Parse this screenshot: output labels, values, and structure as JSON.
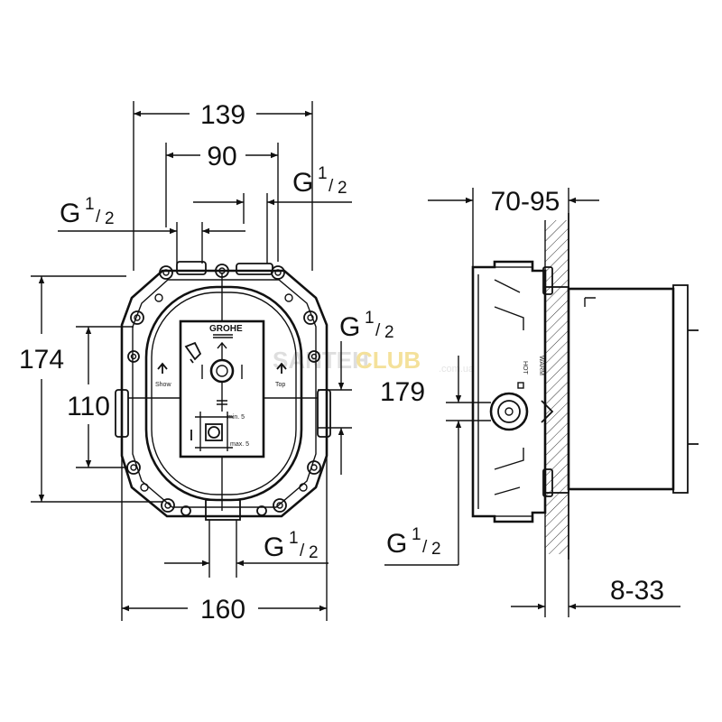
{
  "front_view": {
    "dim_overall_width": "139",
    "dim_inner_width": "90",
    "dim_base_width": "160",
    "dim_height_outer": "174",
    "dim_height_inner": "110",
    "thread_top_left": {
      "g": "G",
      "num": "1",
      "den": "2"
    },
    "thread_top_right": {
      "g": "G",
      "num": "1",
      "den": "2"
    },
    "thread_right": {
      "g": "G",
      "num": "1",
      "den": "2"
    },
    "thread_bottom": {
      "g": "G",
      "num": "1",
      "den": "2"
    },
    "brand_logo": "GROHE",
    "label_left": "Show",
    "label_right": "Top",
    "label_mark_a": "min. 5",
    "label_mark_b": "max. 5"
  },
  "side_view": {
    "dim_depth": "70-95",
    "dim_wall": "8-33",
    "dim_height": "179",
    "thread_bottom": {
      "g": "G",
      "num": "1",
      "den": "2"
    },
    "label_warm": "WARM",
    "label_hot": "HOT"
  },
  "watermark": {
    "text_a": "SANTEH",
    "text_b": "CLUB",
    "text_c": ".com.ua"
  },
  "colors": {
    "line": "#111111",
    "watermark_gray": "#d9d9d9",
    "watermark_yellow": "#f3dc8a"
  }
}
